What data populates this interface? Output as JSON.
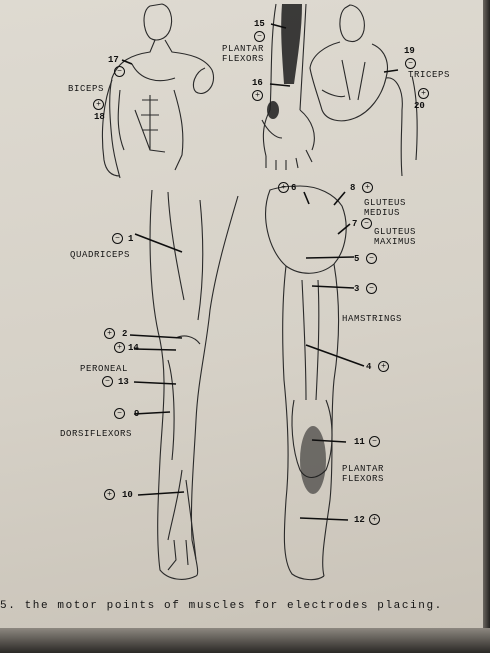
{
  "caption": "5. the motor points of muscles for electrodes placing.",
  "labels": {
    "biceps": "BICEPS",
    "plantar_flexors_arm": "PLANTAR\nFLEXORS",
    "triceps": "TRICEPS",
    "quadriceps": "QUADRICEPS",
    "peroneal": "PERONEAL",
    "dorsiflexors": "DORSIFLEXORS",
    "gluteus_medius": "GLUTEUS\nMEDIUS",
    "gluteus_maximus": "GLUTEUS\nMAXIMUS",
    "hamstrings": "HAMSTRINGS",
    "plantar_flexors_leg": "PLANTAR\nFLEXORS"
  },
  "points": [
    {
      "id": "1",
      "sign": "−"
    },
    {
      "id": "2",
      "sign": "+"
    },
    {
      "id": "3",
      "sign": "−"
    },
    {
      "id": "4",
      "sign": "+"
    },
    {
      "id": "5",
      "sign": "−"
    },
    {
      "id": "6",
      "sign": "+"
    },
    {
      "id": "7",
      "sign": "−"
    },
    {
      "id": "8",
      "sign": "+"
    },
    {
      "id": "9",
      "sign": "−"
    },
    {
      "id": "10",
      "sign": "+"
    },
    {
      "id": "11",
      "sign": "−"
    },
    {
      "id": "12",
      "sign": "+"
    },
    {
      "id": "13",
      "sign": "−"
    },
    {
      "id": "14",
      "sign": "+"
    },
    {
      "id": "15",
      "sign": "−"
    },
    {
      "id": "16",
      "sign": "+"
    },
    {
      "id": "17",
      "sign": "−"
    },
    {
      "id": "18",
      "sign": "+"
    },
    {
      "id": "19",
      "sign": "−"
    },
    {
      "id": "20",
      "sign": "+"
    }
  ]
}
